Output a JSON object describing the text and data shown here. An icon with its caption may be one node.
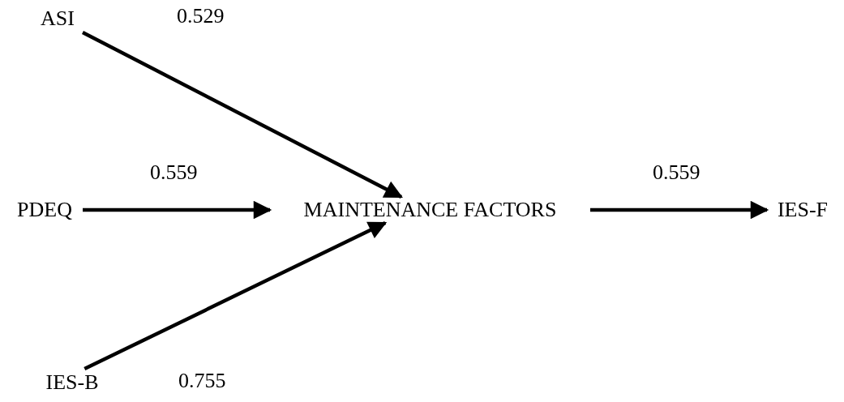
{
  "diagram": {
    "nodes": [
      {
        "text": [
          "ASI"
        ]
      },
      {
        "text": [
          "PDEQ"
        ]
      },
      {
        "text": [
          "MAINTENANCE FACTORS"
        ]
      },
      {
        "text": [
          "IES-B"
        ]
      },
      {
        "text": [
          "IES-F"
        ]
      }
    ],
    "edges": [
      {
        "from": 0,
        "to": 2,
        "arrow": "to",
        "label": "0.529"
      },
      {
        "from": 1,
        "to": 2,
        "arrow": "to",
        "label": "0.559"
      },
      {
        "from": 3,
        "to": 2,
        "arrow": "to",
        "label": "0.755"
      },
      {
        "from": 2,
        "to": 4,
        "arrow": "to",
        "label": "0.559"
      }
    ]
  }
}
